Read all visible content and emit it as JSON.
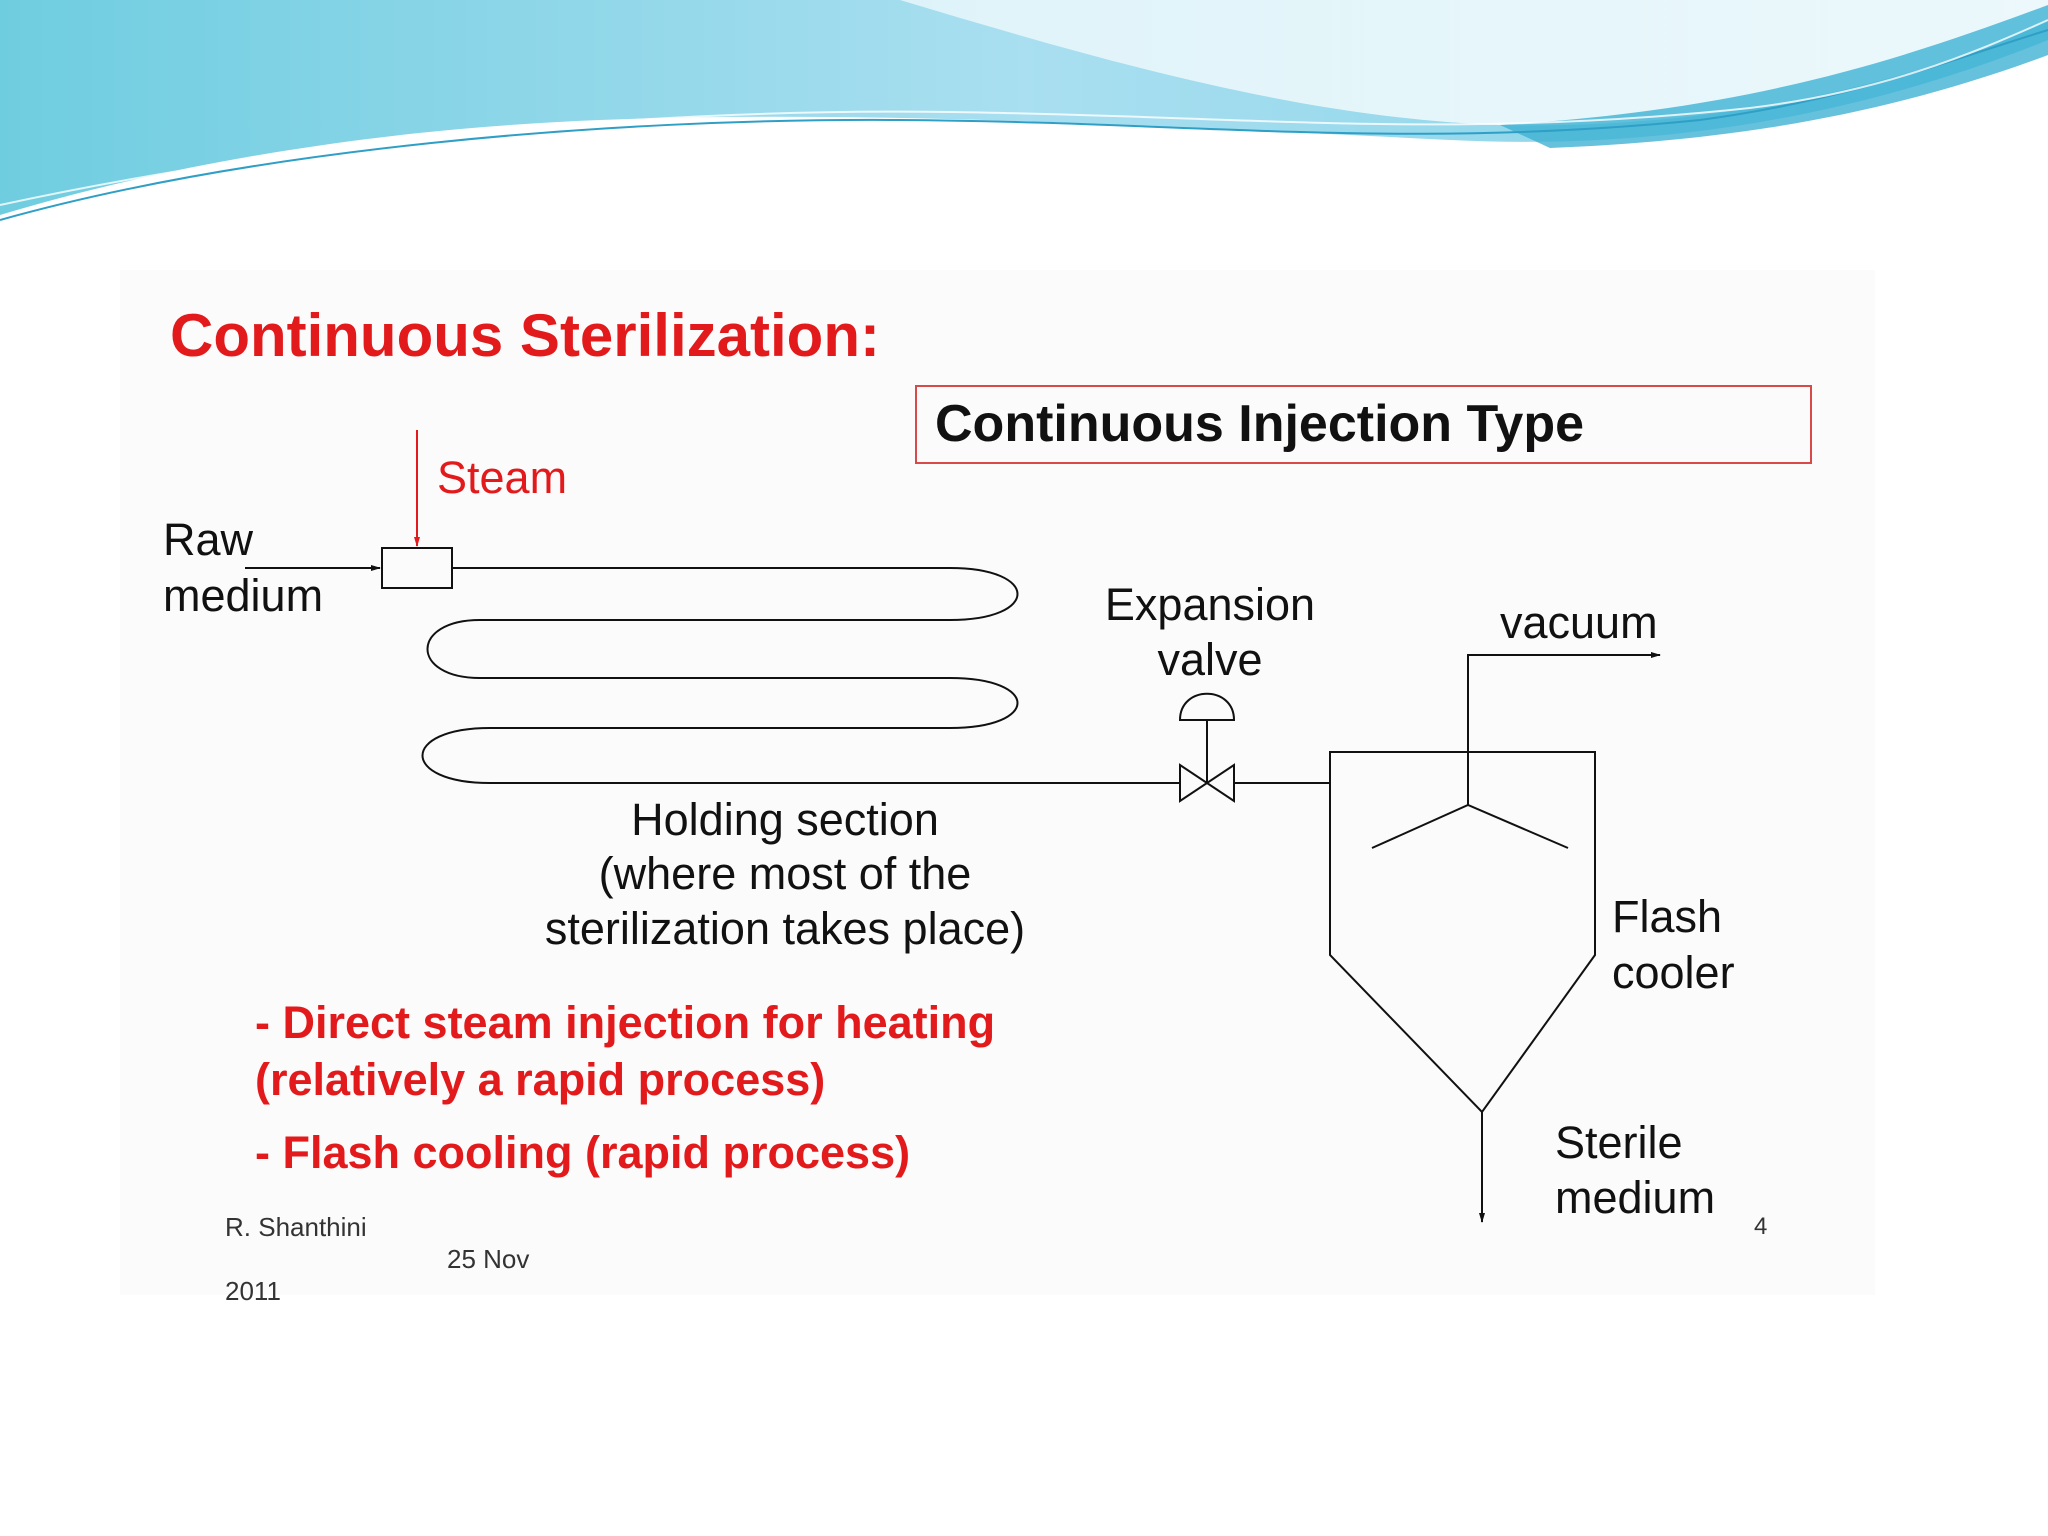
{
  "slide": {
    "title": "Continuous Sterilization:",
    "subtitle": "Continuous Injection Type"
  },
  "diagram": {
    "steam_label": "Steam",
    "raw_medium_label": [
      "Raw",
      "medium"
    ],
    "expansion_valve_label": [
      "Expansion",
      "valve"
    ],
    "vacuum_label": "vacuum",
    "holding_section_label": [
      "Holding section",
      "(where most of the",
      "sterilization takes place)"
    ],
    "flash_cooler_label": [
      "Flash",
      "cooler"
    ],
    "sterile_medium_label": [
      "Sterile",
      "medium"
    ]
  },
  "notes": {
    "point1_line1": "- Direct steam injection for heating",
    "point1_line2": "(relatively a rapid process)",
    "point2": "- Flash cooling (rapid process)"
  },
  "footer": {
    "author": "R. Shanthini",
    "date": "25 Nov",
    "year": "2011",
    "page_number": "4"
  },
  "colors": {
    "accent_red": "#e31a1c",
    "wave_light": "#cdeef5",
    "wave_mid": "#8fd4e6",
    "wave_dark": "#4ab7d6"
  }
}
